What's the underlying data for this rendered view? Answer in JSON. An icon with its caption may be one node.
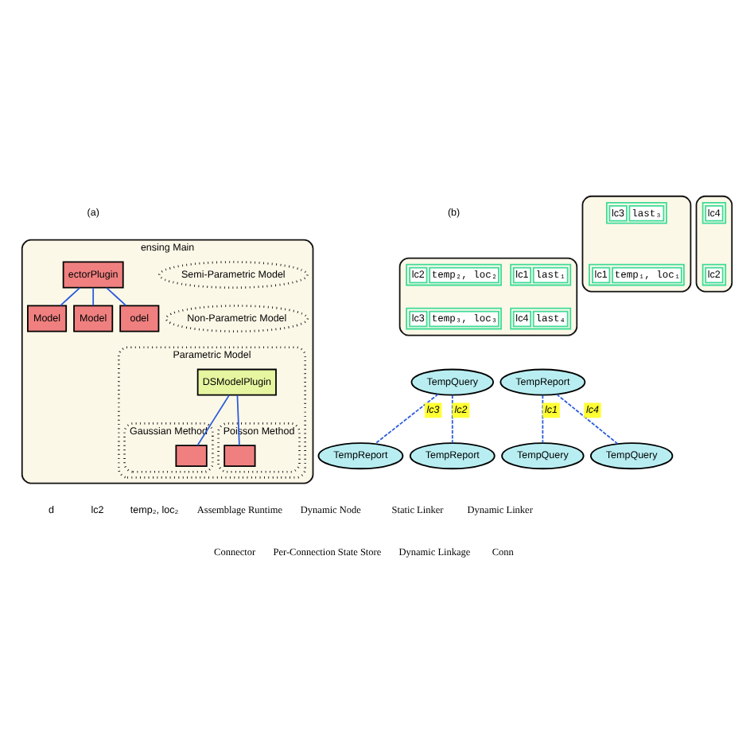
{
  "diagram": {
    "nodes": [
      {
        "text": [
          "ensing Main"
        ]
      },
      {
        "text": [
          "Model"
        ],
        "in": 0
      },
      {
        "text": [
          "Semi-Parametric Model"
        ],
        "in": 0
      },
      {
        "text": [
          "Model"
        ],
        "in": 0
      },
      {
        "text": [
          "Non-Parametric Model"
        ],
        "in": 0
      },
      {
        "text": [
          "ectorPlugin"
        ],
        "in": 0
      },
      {
        "text": [
          "Parametric Model"
        ],
        "in": 0
      },
      {
        "text": [
          "odel"
        ],
        "in": 0
      },
      {
        "text": [
          "DSModelPlugin"
        ],
        "in": 6
      },
      {
        "text": [
          "Gaussian Method"
        ],
        "in": 6
      },
      {
        "text": [],
        "shape": "box",
        "in": 9
      },
      {
        "text": [
          "Poisson Method"
        ],
        "in": 6
      },
      {
        "text": [],
        "shape": "box",
        "in": 11
      },
      {
        "text": [],
        "shape": "box"
      },
      {
        "text": [
          "lc2",
          "temp₂, loc₂"
        ],
        "in": 13
      },
      {
        "text": [
          "lc1",
          "last₁"
        ],
        "in": 13
      },
      {
        "text": [
          "lc3",
          "temp₃, loc₃"
        ],
        "in": 13
      },
      {
        "text": [
          "lc4",
          "last₄"
        ],
        "in": 13
      },
      {
        "text": [
          "TempQuery"
        ]
      },
      {
        "text": [
          "TempReport"
        ]
      },
      {
        "text": [],
        "shape": "box"
      },
      {
        "text": [
          "lc3",
          "last₃"
        ],
        "in": 20
      },
      {
        "text": [
          "lc1",
          "temp₁, loc₁"
        ],
        "in": 20
      },
      {
        "text": [
          "TempReport"
        ]
      },
      {
        "text": [
          "TempQuery"
        ]
      },
      {
        "text": [],
        "shape": "box"
      },
      {
        "text": [
          "lc4"
        ],
        "in": 25
      },
      {
        "text": [
          "lc2"
        ],
        "in": 25
      },
      {
        "text": [
          "TempQuery"
        ]
      },
      {
        "text": [
          "TempReport"
        ]
      }
    ],
    "edges": [
      {
        "from": 5,
        "to": 1,
        "arrow": "none"
      },
      {
        "from": 5,
        "to": 3,
        "arrow": "none"
      },
      {
        "from": 5,
        "to": 7,
        "arrow": "none"
      },
      {
        "from": 8,
        "to": 10,
        "arrow": "none"
      },
      {
        "from": 8,
        "to": 12,
        "arrow": "none"
      },
      {
        "from": 18,
        "to": 23,
        "arrow": "none",
        "style": "dashed",
        "label": "lc3"
      },
      {
        "from": 19,
        "to": 28,
        "arrow": "none",
        "style": "dashed",
        "label": "lc4"
      },
      {
        "from": 19,
        "to": 24,
        "arrow": "none",
        "style": "dashed",
        "label": "lc1"
      },
      {
        "from": 18,
        "to": 29,
        "arrow": "none",
        "style": "dashed",
        "label": "lc2"
      }
    ],
    "labels": [
      "(a)",
      "(b)",
      "d",
      "lc2",
      "temp₂, loc₂"
    ],
    "legend": [
      {
        "text": "Assemblage Runtime"
      },
      {
        "text": "Dynamic Node"
      },
      {
        "text": "Static Linker"
      },
      {
        "text": "Dynamic Linker"
      },
      {
        "text": "Connector"
      },
      {
        "text": "Per-Connection State Store"
      },
      {
        "text": "Dynamic Linkage"
      },
      {
        "text": "Conn"
      }
    ]
  }
}
